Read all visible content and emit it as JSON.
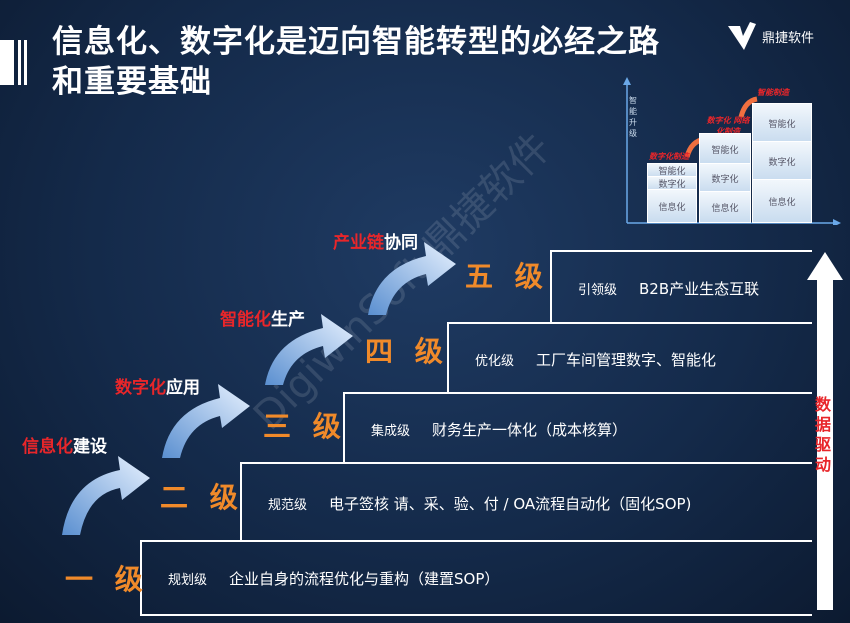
{
  "title": {
    "line1": "信息化、数字化是迈向智能转型的必经之路",
    "line2": "和重要基础"
  },
  "logo": {
    "text": "鼎捷软件"
  },
  "watermark": "DigiwinSoft 鼎捷软件",
  "stages": [
    {
      "red": "信息化",
      "white": "建设"
    },
    {
      "red": "数字化",
      "white": "应用"
    },
    {
      "red": "智能化",
      "white": "生产"
    },
    {
      "red": "产业链",
      "white": "协同"
    }
  ],
  "levels": [
    "一 级",
    "二 级",
    "三 级",
    "四 级",
    "五 级"
  ],
  "steps": [
    {
      "level": "规划级",
      "desc": "企业自身的流程优化与重构（建置SOP）"
    },
    {
      "level": "规范级",
      "desc": "电子签核 请、采、验、付 / OA流程自动化（固化SOP)"
    },
    {
      "level": "集成级",
      "desc": "财务生产一体化（成本核算）"
    },
    {
      "level": "优化级",
      "desc": "工厂车间管理数字、智能化"
    },
    {
      "level": "引领级",
      "desc": "B2B产业生态互联"
    }
  ],
  "drive_label": "数据驱动",
  "inset": {
    "yaxis": "智能升级",
    "col1": {
      "tag": "数字化制造",
      "cells": [
        "智能化",
        "数字化",
        "信息化"
      ]
    },
    "col2": {
      "tag": "数字化 网络化制造",
      "cells": [
        "智能化",
        "数字化",
        "信息化"
      ]
    },
    "col3": {
      "tag": "智能制造",
      "cells": [
        "智能化",
        "数字化",
        "信息化"
      ]
    }
  },
  "colors": {
    "accent_red": "#e8262a",
    "level_orange": "#f08a2a",
    "background": "#142a4a"
  }
}
